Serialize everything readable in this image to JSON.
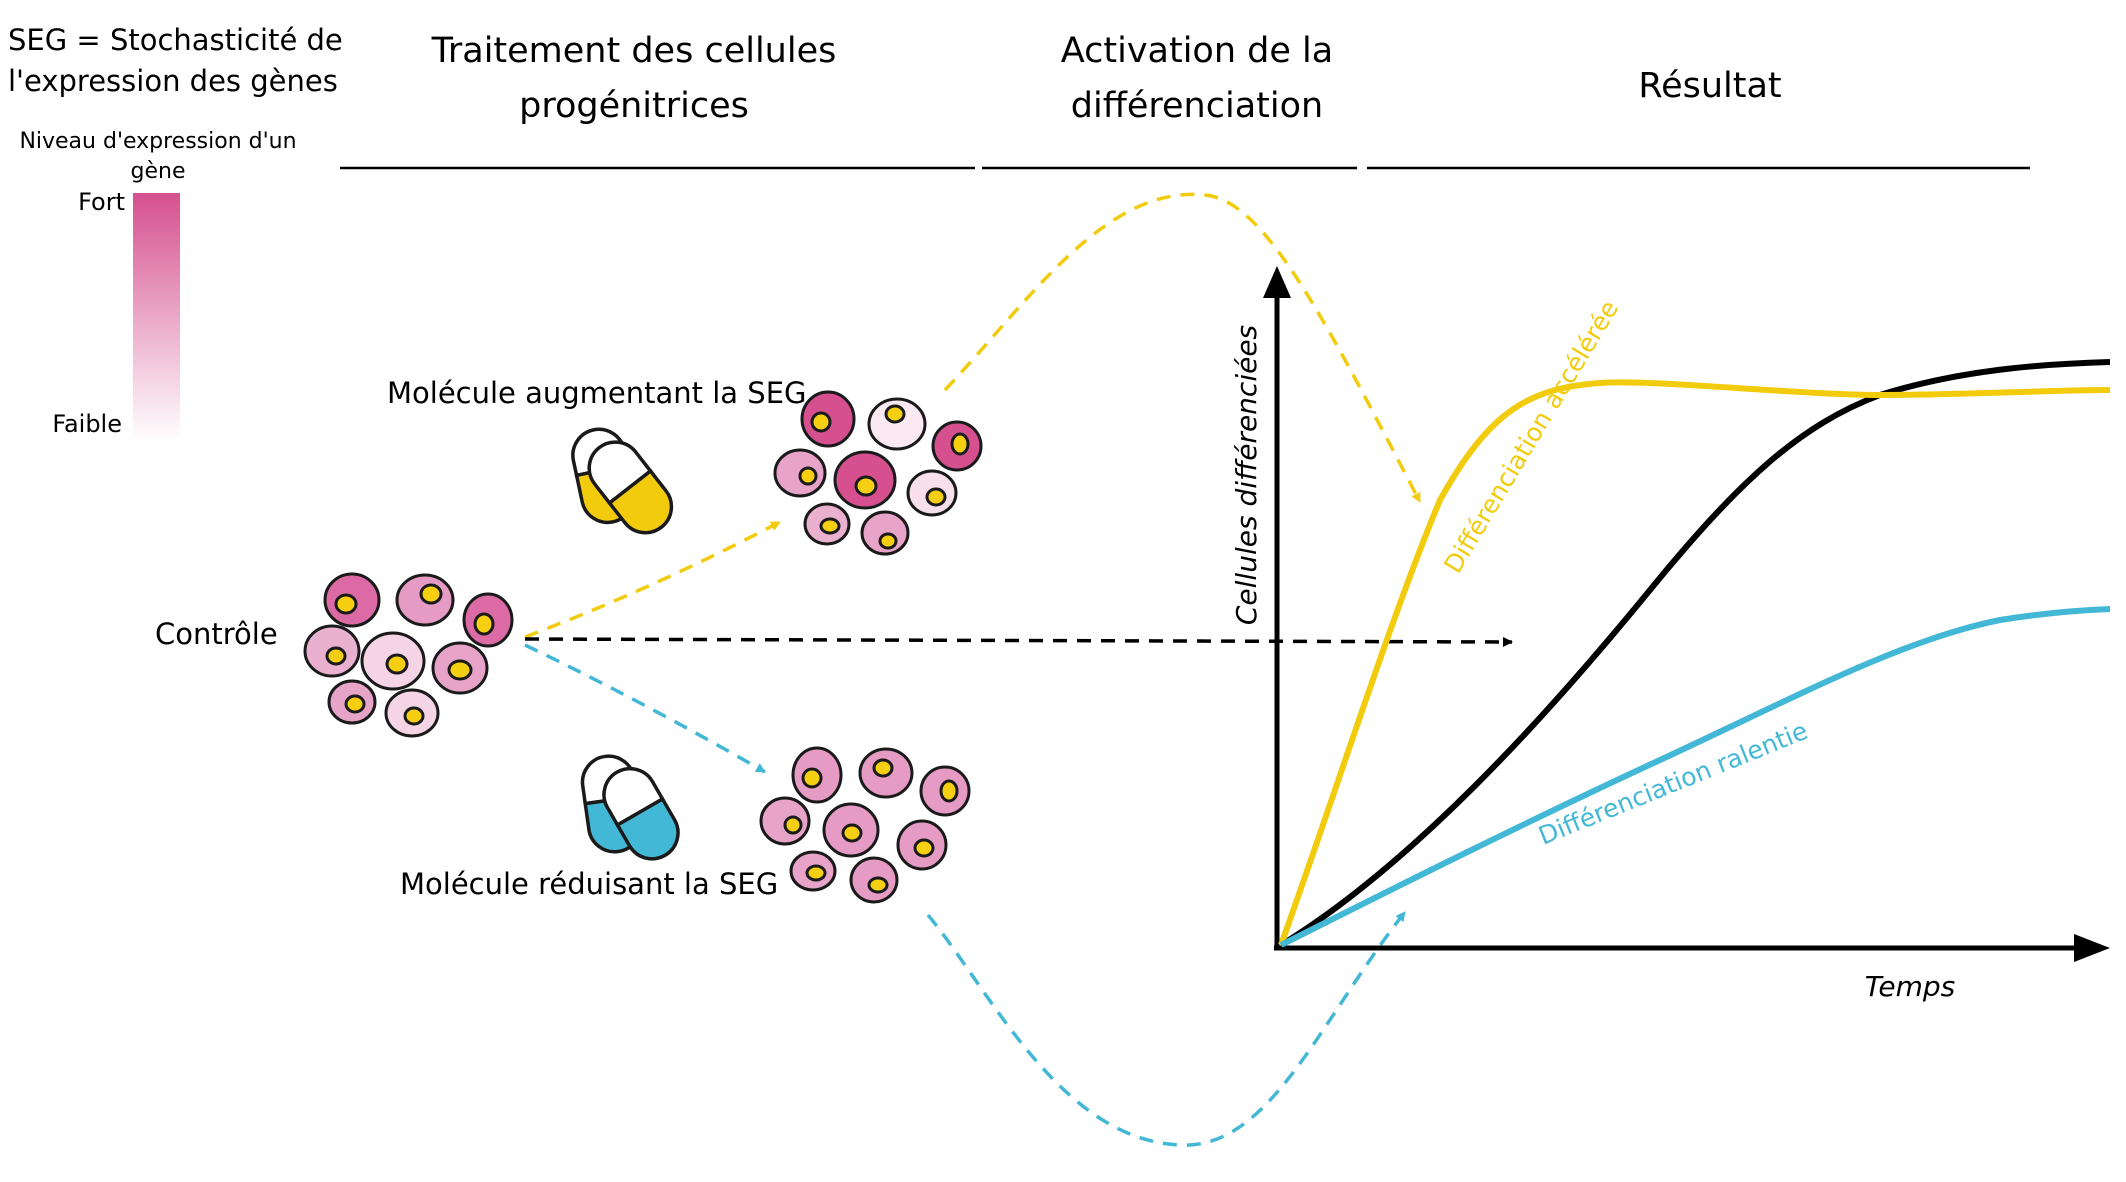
{
  "legend": {
    "definition_line1": "SEG = Stochasticité de",
    "definition_line2": "l'expression des gènes",
    "scale_title_line1": "Niveau d'expression d'un",
    "scale_title_line2": "gène",
    "high_label": "Fort",
    "low_label": "Faible",
    "high_color": "#d6508f",
    "low_color": "#ffffff"
  },
  "headers": {
    "treatment_line1": "Traitement des cellules",
    "treatment_line2": "progénitrices",
    "activation_line1": "Activation de la",
    "activation_line2": "différenciation",
    "result": "Résultat"
  },
  "labels": {
    "control": "Contrôle",
    "molecule_increase": "Molécule augmentant la SEG",
    "molecule_decrease": "Molécule réduisant la SEG"
  },
  "chart": {
    "y_label": "Cellules différenciées",
    "x_label": "Temps",
    "accelerated_label": "Différenciation accélérée",
    "slowed_label": "Différenciation ralentie"
  },
  "colors": {
    "yellow": "#f2cc0c",
    "blue": "#43b8d6",
    "black": "#000000",
    "cell_outline": "#1a1a1a",
    "nucleus": "#f7cf12"
  }
}
